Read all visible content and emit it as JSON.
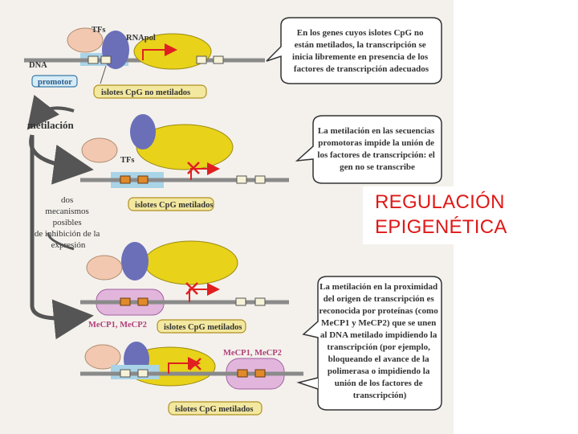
{
  "title": {
    "line1": "REGULACIÓN",
    "line2": "EPIGENÉTICA"
  },
  "labels": {
    "tfs": "TFs",
    "rnapol": "RNApol",
    "dna": "DNA",
    "promotor": "promotor",
    "islotes_no_metilados": "islotes CpG no metilados",
    "metilacion": "metilación",
    "tfs2": "TFs",
    "islotes_metilados": "islotes CpG metilados",
    "dos_mecanismos": [
      "dos",
      "mecanismos",
      "posibles",
      "de inhibición de la",
      "expresión"
    ],
    "mecp_left": "MeCP1, MeCP2",
    "mecp_right": "MeCP1, MeCP2"
  },
  "bubbles": {
    "b1": [
      "En los genes cuyos islotes CpG no",
      "están metilados, la transcripción se",
      "inicia libremente en presencia de los",
      "factores de transcripción adecuados"
    ],
    "b2": [
      "La metilación en las secuencias",
      "promotoras impide la unión de",
      "los factores de transcripción: el",
      "gen no se transcribe"
    ],
    "b3": [
      "La metilación en la proximidad",
      "del origen de transcripción es",
      "reconocida por proteínas (como",
      "MeCP1 y MeCP2) que se unen",
      "al DNA metilado impidiendo la",
      "transcripción (por ejemplo,",
      "bloqueando el avance de la",
      "polimerasa o impidiendo la",
      "unión de los factores de",
      "transcripción)"
    ]
  },
  "colors": {
    "title": "#e01818",
    "dna": "#8a8a8a",
    "promoter_band": "#a9d4e8",
    "tf": "#f2c9b0",
    "rnapol_blue": "#6a6fb8",
    "rnapol_yellow": "#e8d21a",
    "methyl_box": "#e08a2c",
    "mecp": "#e2b6dc",
    "arrow_red": "#e02020"
  }
}
